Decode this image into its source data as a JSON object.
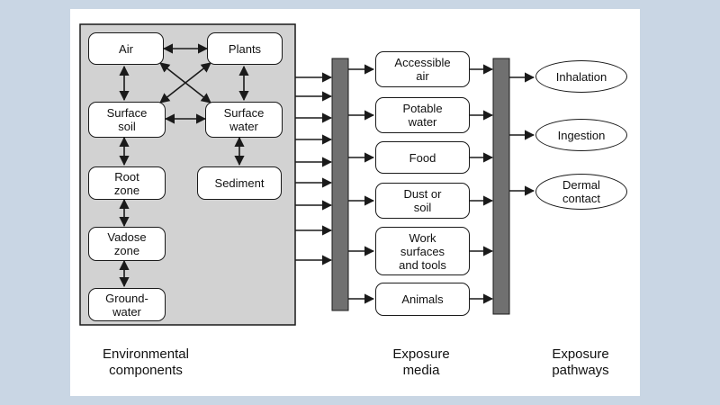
{
  "environmental_components": {
    "air": "Air",
    "plants": "Plants",
    "surface_soil": "Surface\nsoil",
    "surface_water": "Surface\nwater",
    "root_zone": "Root\nzone",
    "sediment": "Sediment",
    "vadose_zone": "Vadose\nzone",
    "groundwater": "Ground-\nwater"
  },
  "exposure_media": {
    "accessible_air": "Accessible\nair",
    "potable_water": "Potable\nwater",
    "food": "Food",
    "dust_or_soil": "Dust or\nsoil",
    "work_surfaces": "Work\nsurfaces\nand tools",
    "animals": "Animals"
  },
  "exposure_pathways": {
    "inhalation": "Inhalation",
    "ingestion": "Ingestion",
    "dermal_contact": "Dermal\ncontact"
  },
  "captions": {
    "environmental": "Environmental\ncomponents",
    "media": "Exposure\nmedia",
    "pathways": "Exposure\npathways"
  },
  "colors": {
    "components_region": "#d2d2d2",
    "bar": "#707070",
    "stroke": "#1a1a1a"
  }
}
